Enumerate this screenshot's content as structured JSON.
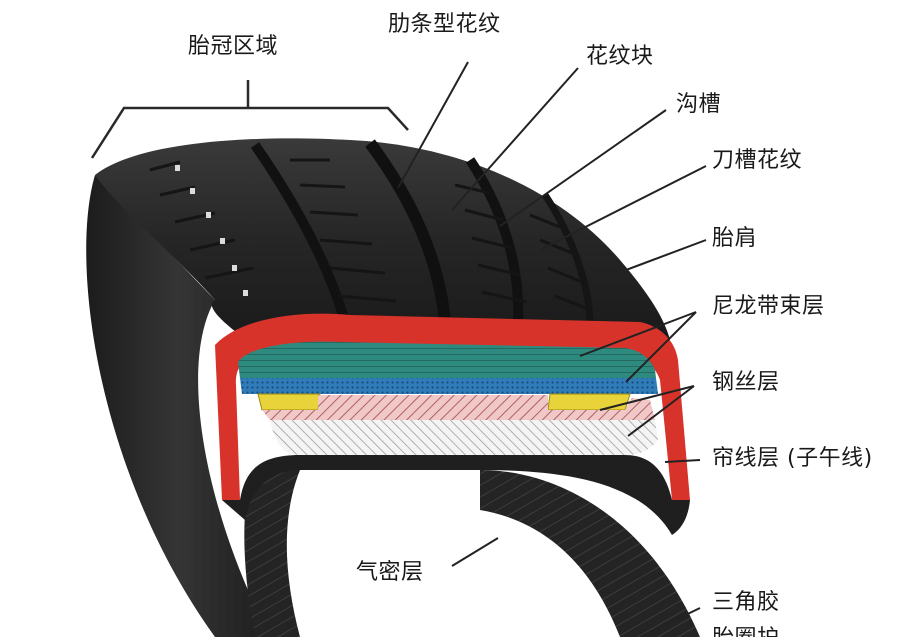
{
  "labels": {
    "crown_zone": "胎冠区域",
    "rib_pattern": "肋条型花纹",
    "tread_block": "花纹块",
    "groove": "沟槽",
    "sipe_pattern": "刀槽花纹",
    "shoulder": "胎肩",
    "nylon_belt": "尼龙带束层",
    "steel_belt": "钢丝层",
    "ply": "帘线层 (子午线)",
    "inner_liner": "气密层",
    "apex": "三角胶",
    "partial_bottom": "胎圈护"
  },
  "colors": {
    "rubber": "#2b2b2b",
    "rubber_dark": "#141414",
    "cut_face": "#d8332b",
    "nylon_layer": "#2e8a7e",
    "steel_layer": "#2a6fa8",
    "yellow_strip": "#e8d43a",
    "ply_layer": "#e8b4b4",
    "liner": "#efefef",
    "leader": "#222222"
  }
}
